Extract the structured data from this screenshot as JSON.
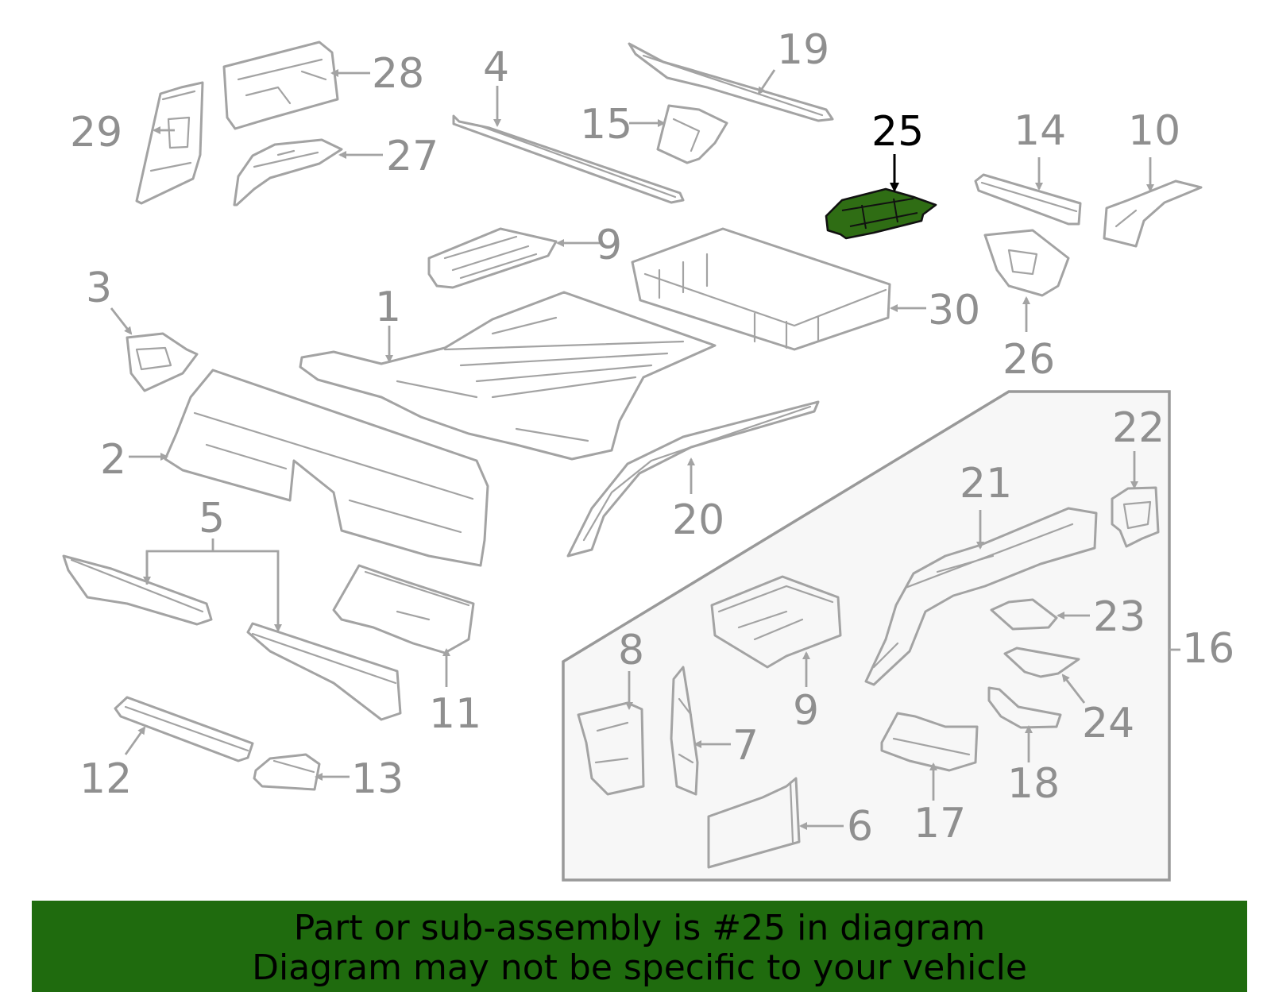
{
  "highlight_color": "#2f6d14",
  "banner_color": "#1f6b0e",
  "callouts": {
    "n1": "1",
    "n2": "2",
    "n3": "3",
    "n4": "4",
    "n5": "5",
    "n6": "6",
    "n7": "7",
    "n8": "8",
    "n9a": "9",
    "n9b": "9",
    "n10": "10",
    "n11": "11",
    "n12": "12",
    "n13": "13",
    "n14": "14",
    "n15": "15",
    "n16": "16",
    "n17": "17",
    "n18": "18",
    "n19": "19",
    "n20": "20",
    "n21": "21",
    "n22": "22",
    "n23": "23",
    "n24": "24",
    "n25": "25",
    "n26": "26",
    "n27": "27",
    "n28": "28",
    "n29": "29",
    "n30": "30"
  },
  "highlighted_part": "25",
  "banner": {
    "line1": "Part or sub-assembly is #25 in diagram",
    "line2": "Diagram may not be specific to your vehicle"
  }
}
